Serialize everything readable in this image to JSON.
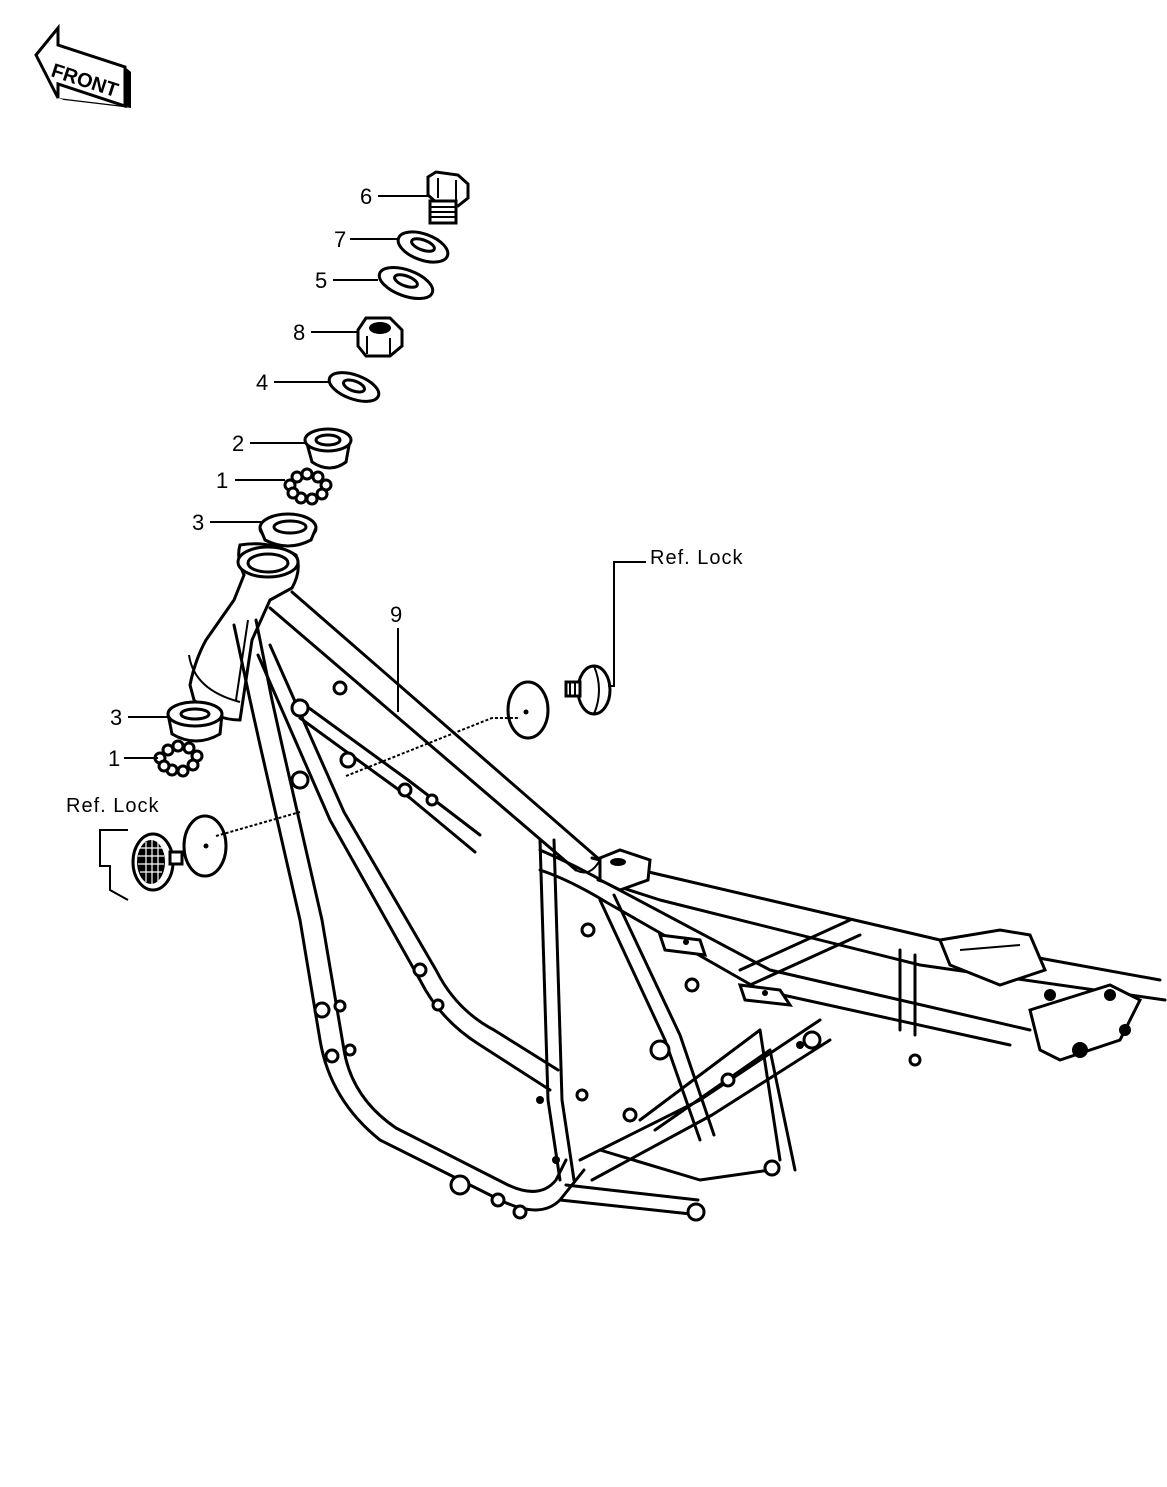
{
  "front_arrow": {
    "label": "FRONT"
  },
  "callouts": [
    {
      "id": "c6",
      "label": "6"
    },
    {
      "id": "c7",
      "label": "7"
    },
    {
      "id": "c5",
      "label": "5"
    },
    {
      "id": "c8",
      "label": "8"
    },
    {
      "id": "c4",
      "label": "4"
    },
    {
      "id": "c2",
      "label": "2"
    },
    {
      "id": "c1a",
      "label": "1"
    },
    {
      "id": "c3a",
      "label": "3"
    },
    {
      "id": "c9",
      "label": "9"
    },
    {
      "id": "c3b",
      "label": "3"
    },
    {
      "id": "c1b",
      "label": "1"
    }
  ],
  "references": {
    "upper": "Ref. Lock",
    "lower": "Ref. Lock"
  }
}
